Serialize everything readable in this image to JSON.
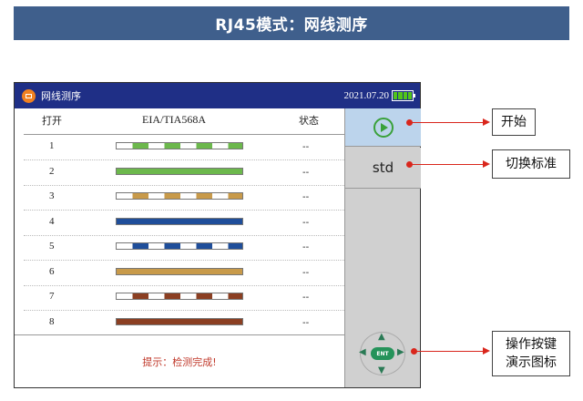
{
  "banner": {
    "title": "RJ45模式：网线测序"
  },
  "device": {
    "title": "网线测序",
    "date": "2021.07.20",
    "battery_level": 1.0,
    "table": {
      "headers": {
        "open": "打开",
        "standard": "EIA/TIA568A",
        "state": "状态"
      },
      "rows": [
        {
          "num": "1",
          "state": "--",
          "wire": "green-white"
        },
        {
          "num": "2",
          "state": "--",
          "wire": "green"
        },
        {
          "num": "3",
          "state": "--",
          "wire": "orange-white"
        },
        {
          "num": "4",
          "state": "--",
          "wire": "blue"
        },
        {
          "num": "5",
          "state": "--",
          "wire": "blue-white"
        },
        {
          "num": "6",
          "state": "--",
          "wire": "orange"
        },
        {
          "num": "7",
          "state": "--",
          "wire": "brown-white"
        },
        {
          "num": "8",
          "state": "--",
          "wire": "brown"
        }
      ]
    },
    "tip": "提示：检测完成!",
    "side": {
      "std_label": "std",
      "ent_label": "ENT"
    },
    "colors": {
      "green": "#6cb84c",
      "orange": "#c89a4a",
      "blue": "#1f4e9a",
      "brown": "#8b3f22",
      "titlebar": "#1f2f86"
    }
  },
  "callouts": {
    "start": "开始",
    "switch_standard": "切换标准",
    "key_icon_line1": "操作按键",
    "key_icon_line2": "演示图标"
  }
}
